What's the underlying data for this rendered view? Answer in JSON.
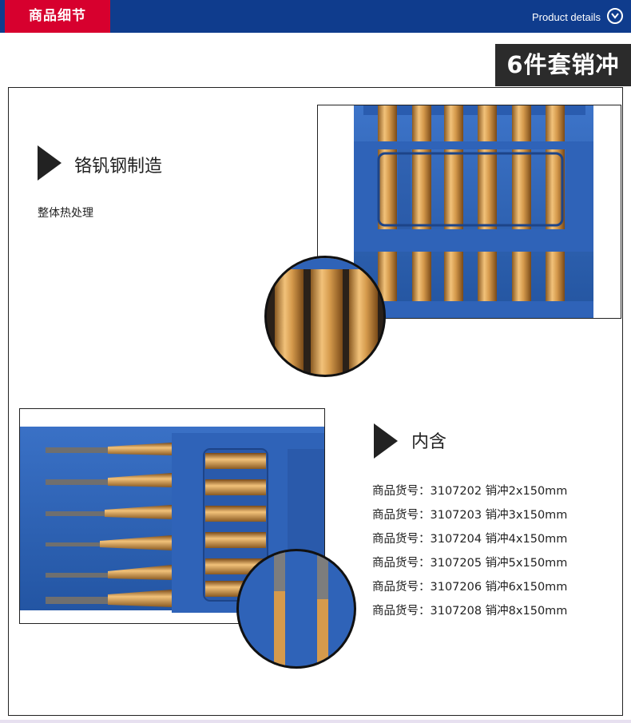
{
  "header": {
    "tab_label": "商品细节",
    "right_label": "Product details",
    "right_icon": "chevron-down-circle-icon"
  },
  "title_box": "6件套销冲",
  "section1": {
    "title": "铬钒钢制造",
    "subtitle": "整体热处理"
  },
  "section2": {
    "title": "内含",
    "items": [
      "商品货号：3107202 销冲2x150mm",
      "商品货号：3107203 销冲3x150mm",
      "商品货号：3107204 销冲4x150mm",
      "商品货号：3107205 销冲5x150mm",
      "商品货号：3107206 销冲6x150mm",
      "商品货号：3107208 销冲8x150mm"
    ]
  },
  "colors": {
    "header_blue": "#0f3c8d",
    "tab_red": "#d7002e",
    "case_blue": "#2f63b8",
    "gold": "#d9a55a"
  }
}
